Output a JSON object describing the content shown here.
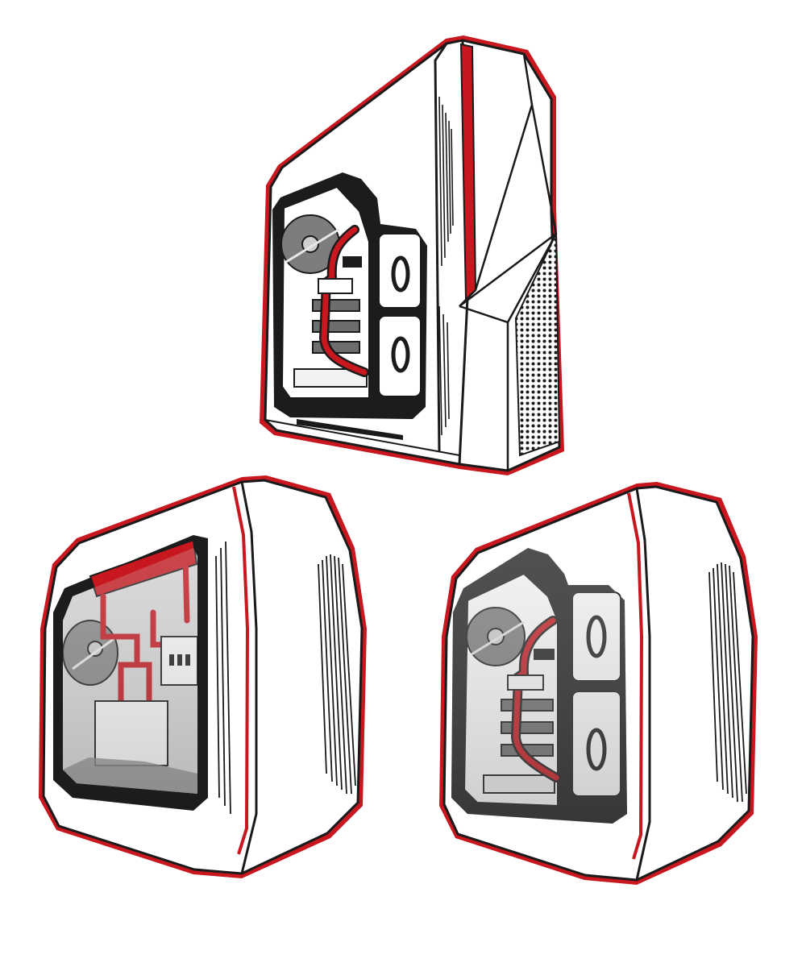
{
  "illustration": {
    "subject": "three-pc-case-illustrations",
    "colors": {
      "background": "#ffffff",
      "accent_red": "#c8171e",
      "outline": "#1a1a1a",
      "case_white": "#ffffff",
      "window_dark": "#1c1c1c",
      "fan_grey": "#7d7d7d",
      "glass_grey": "#bdbdbd"
    },
    "cases": [
      {
        "id": "tower-case-top",
        "icons": [
          "front-fan-icon",
          "fan-icon",
          "water-cooling-tube-icon",
          "mesh-grille-icon"
        ]
      },
      {
        "id": "cube-case-bottom-left",
        "icons": [
          "fan-icon",
          "water-cooling-tube-icon",
          "power-supply-icon"
        ]
      },
      {
        "id": "cube-case-bottom-right",
        "icons": [
          "front-fan-icon",
          "fan-icon",
          "water-cooling-tube-icon"
        ]
      }
    ]
  }
}
